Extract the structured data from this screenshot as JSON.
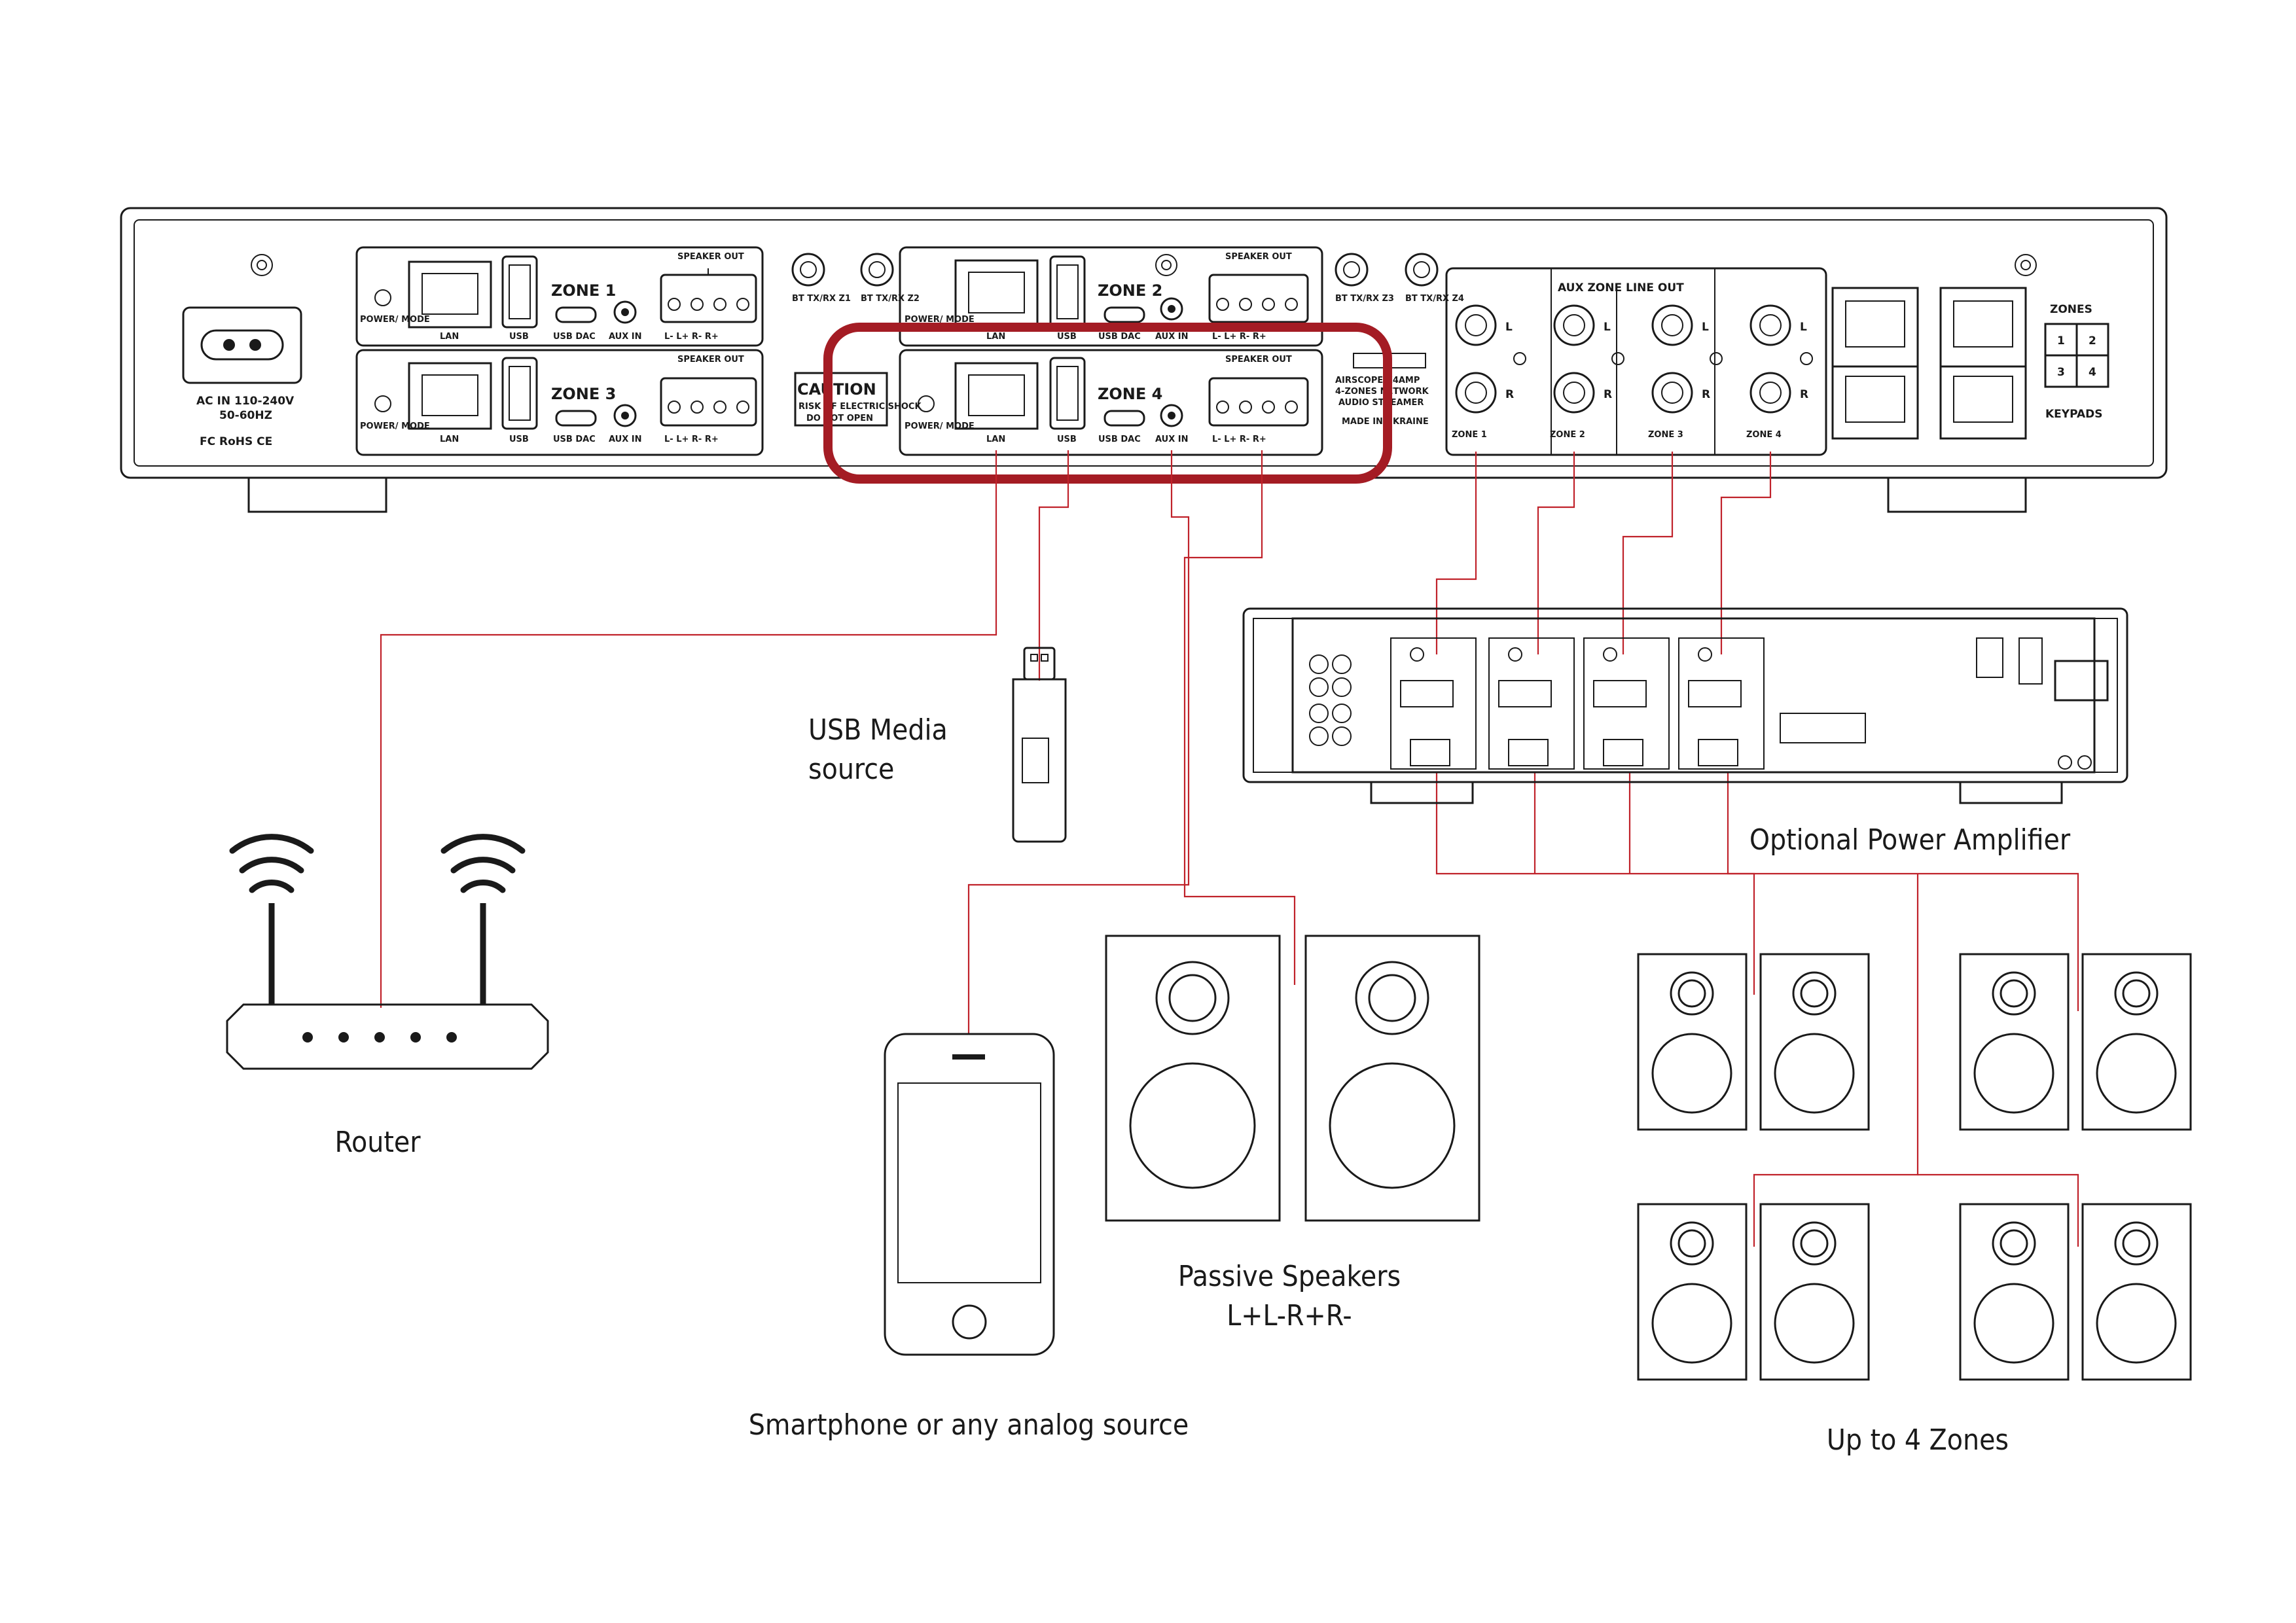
{
  "device": {
    "power": {
      "line1": "AC IN 110-240V",
      "line2": "50-60HZ",
      "certs": "FC RoHS CE"
    },
    "zones": [
      {
        "name": "ZONE 1",
        "bt": "BT TX/RX Z1"
      },
      {
        "name": "ZONE 2",
        "bt": "BT TX/RX Z2"
      },
      {
        "name": "ZONE 3",
        "bt": "BT TX/RX Z3"
      },
      {
        "name": "ZONE 4",
        "bt": "BT TX/RX Z4"
      }
    ],
    "port_labels": {
      "power_mode": "POWER/ MODE",
      "lan": "LAN",
      "usb": "USB",
      "usb_dac": "USB DAC",
      "aux_in": "AUX IN",
      "speaker_out": "SPEAKER OUT",
      "terminals": "L-  L+  R-  R+"
    },
    "caution": {
      "title": "CAUTION",
      "line1": "RISK OF ELECTRIC SHOCK",
      "line2": "DO NOT OPEN"
    },
    "model": {
      "line1": "AIRSCOPE X4AMP",
      "line2": "4-ZONES NETWORK",
      "line3": "AUDIO STREAMER",
      "line4": "MADE IN UKRAINE"
    },
    "aux_line_out": {
      "title": "AUX ZONE LINE OUT",
      "zones": [
        "ZONE 1",
        "ZONE 2",
        "ZONE 3",
        "ZONE 4"
      ],
      "l": "L",
      "r": "R"
    },
    "keypads": {
      "title": "ZONES",
      "footer": "KEYPADS",
      "numbers": [
        "1",
        "2",
        "3",
        "4"
      ]
    }
  },
  "labels": {
    "usb_source_line1": "USB Media",
    "usb_source_line2": "source",
    "router": "Router",
    "smartphone": "Smartphone or any analog source",
    "passive_line1": "Passive Speakers",
    "passive_line2": "L+L-R+R-",
    "amplifier": "Optional Power Amplifier",
    "zones": "Up to 4 Zones"
  },
  "colors": {
    "wire": "#c0222a",
    "highlight": "#a41c24",
    "line": "#1a1a1a"
  }
}
